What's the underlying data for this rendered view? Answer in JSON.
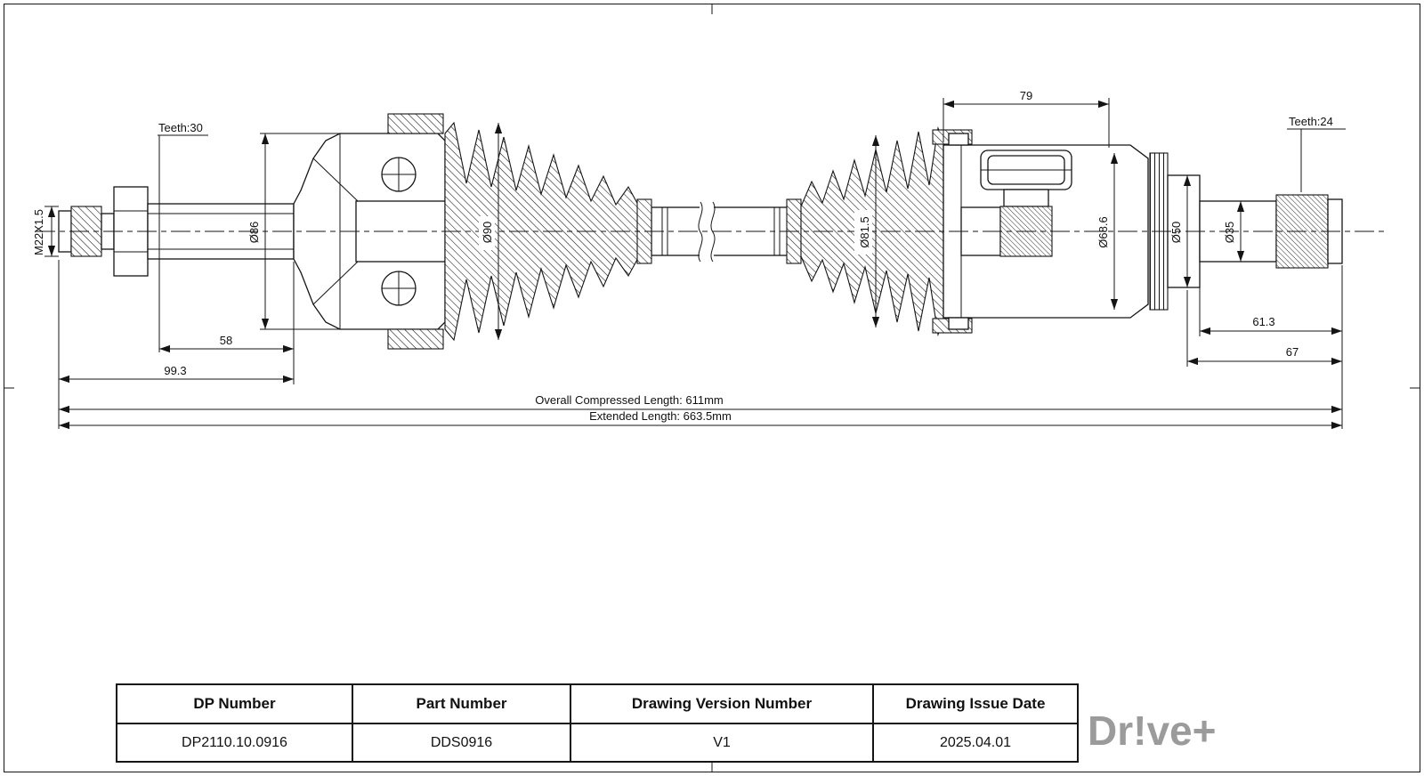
{
  "colors": {
    "line": "#141414",
    "logo_gray": "#9b9b9b"
  },
  "drawing": {
    "dims": {
      "teeth_left": "Teeth:30",
      "thread_left": "M22X1.5",
      "dia_86": "Ø86",
      "dia_90": "Ø90",
      "len_58": "58",
      "len_99_3": "99.3",
      "len_79": "79",
      "dia_81_5": "Ø81.5",
      "dia_68_6": "Ø68.6",
      "dia_50": "Ø50",
      "dia_35": "Ø35",
      "teeth_right": "Teeth:24",
      "len_61_3": "61.3",
      "len_67": "67",
      "overall_compressed": "Overall Compressed Length: 611mm",
      "extended": "Extended Length: 663.5mm"
    }
  },
  "title_block": {
    "headers": [
      "DP Number",
      "Part Number",
      "Drawing Version Number",
      "Drawing Issue Date"
    ],
    "values": [
      "DP2110.10.0916",
      "DDS0916",
      "V1",
      "2025.04.01"
    ]
  },
  "logo": {
    "text": "Dr!ve+",
    "color": "#9b9b9b"
  }
}
